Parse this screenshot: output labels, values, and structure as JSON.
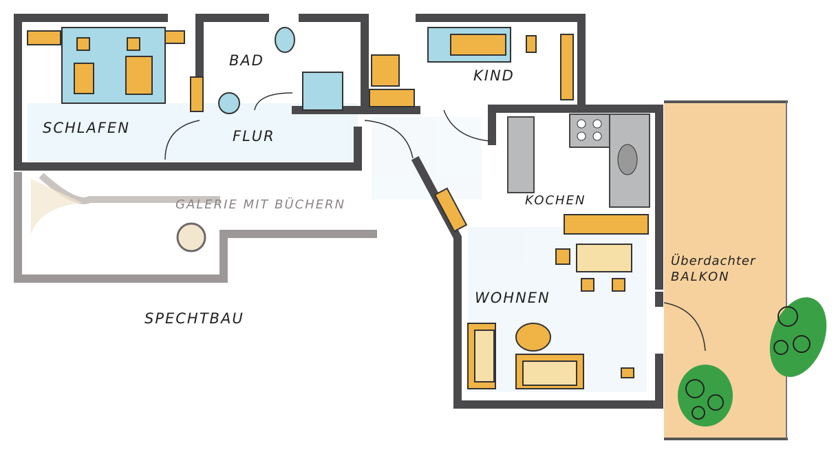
{
  "floorplan": {
    "rooms": {
      "schlafen": "SCHLAFEN",
      "bad": "BAD",
      "flur": "FLUR",
      "kind": "KIND",
      "kochen": "KOCHEN",
      "wohnen": "WOHNEN",
      "balkon_line1": "Überdachter",
      "balkon_line2": "BALKON",
      "galerie": "GALERIE MIT BÜCHERN",
      "spechtbau": "SPECHTBAU"
    },
    "colors": {
      "wall": "#4a4a4c",
      "furniture_blue": "#a9d9e6",
      "furniture_orange": "#f0b446",
      "balcony": "#f4c98c",
      "plants": "#3aa046"
    }
  }
}
